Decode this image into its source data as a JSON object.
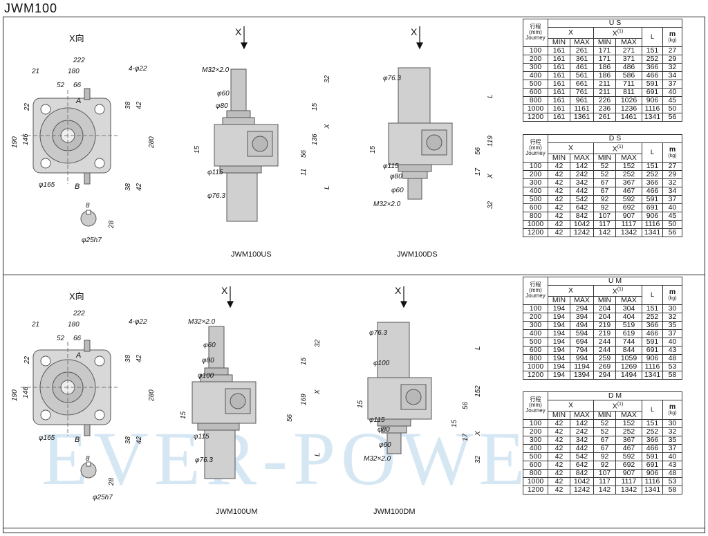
{
  "page_title": "JWM100",
  "watermark": "EVER-POWER",
  "sections": [
    {
      "view_label": "X向",
      "arrow_x": "X",
      "front": {
        "d222": "222",
        "d21": "21",
        "d180": "180",
        "d52": "52",
        "d66": "66",
        "d4phi22": "4-φ22",
        "d22": "22",
        "d190": "190",
        "d146": "146",
        "d280": "280",
        "d38a": "38",
        "d42a": "42",
        "d38b": "38",
        "d42b": "42",
        "phi165": "φ165",
        "A": "A",
        "B": "B",
        "d8": "8",
        "d28": "28",
        "phi25": "φ25h7"
      },
      "model_a": {
        "name": "JWM100US",
        "arrow": "X",
        "m32": "M32×2.0",
        "phi60": "φ60",
        "phi80": "φ80",
        "phi115": "φ115",
        "phi76": "φ76.3",
        "d32": "32",
        "d15": "15",
        "dX": "X",
        "d136": "136",
        "d56": "56",
        "d11": "11",
        "dL": "L",
        "d15b": "15"
      },
      "model_b": {
        "name": "JWM100DS",
        "arrow": "X",
        "phi76": "φ76.3",
        "phi115": "φ115",
        "phi80": "φ80",
        "phi60": "φ60",
        "m32": "M32×2.0",
        "dL": "L",
        "d119": "119",
        "d56": "56",
        "d17": "17",
        "dX": "X",
        "d32": "32",
        "d15": "15"
      }
    },
    {
      "view_label": "X向",
      "arrow_x": "X",
      "front": {
        "d222": "222",
        "d21": "21",
        "d180": "180",
        "d52": "52",
        "d66": "66",
        "d4phi22": "4-φ22",
        "d22": "22",
        "d190": "190",
        "d146": "146",
        "d280": "280",
        "d38a": "38",
        "d42a": "42",
        "d38b": "38",
        "d42b": "42",
        "phi165": "φ165",
        "A": "A",
        "B": "B",
        "d8": "8",
        "d28": "28",
        "phi25": "φ25h7"
      },
      "model_a": {
        "name": "JWM100UM",
        "arrow": "X",
        "m32": "M32×2.0",
        "phi60": "φ60",
        "phi80": "φ80",
        "phi100": "φ100",
        "phi115": "φ115",
        "phi76": "φ76.3",
        "d32": "32",
        "d15": "15",
        "dX": "X",
        "d169": "169",
        "d56": "56",
        "dL": "L",
        "d15b": "15"
      },
      "model_b": {
        "name": "JWM100DM",
        "arrow": "X",
        "phi76": "φ76.3",
        "phi100": "φ100",
        "phi115": "φ115",
        "phi80": "φ80",
        "phi60": "φ60",
        "m32": "M32×2.0",
        "dL": "L",
        "d152": "152",
        "d56": "56",
        "d15": "15",
        "d17": "17",
        "dX": "X",
        "d32": "32",
        "d15b": "15"
      }
    }
  ],
  "tables": [
    {
      "series": "U S",
      "h_stroke": "行程",
      "h_unit": "(mm)",
      "h_journey": "Journey",
      "h_x": "X",
      "h_x1": "X",
      "h_x1_sup": "(1)",
      "h_l": "L",
      "h_m": "m",
      "h_kg": "(kg)",
      "h_min": "MIN",
      "h_max": "MAX",
      "h_min2": "MIN",
      "h_max2": "MAX",
      "rows": [
        [
          "100",
          "161",
          "261",
          "171",
          "271",
          "151",
          "27"
        ],
        [
          "200",
          "161",
          "361",
          "171",
          "371",
          "252",
          "29"
        ],
        [
          "300",
          "161",
          "461",
          "186",
          "486",
          "366",
          "32"
        ],
        [
          "400",
          "161",
          "561",
          "186",
          "586",
          "466",
          "34"
        ],
        [
          "500",
          "161",
          "661",
          "211",
          "711",
          "591",
          "37"
        ],
        [
          "600",
          "161",
          "761",
          "211",
          "811",
          "691",
          "40"
        ],
        [
          "800",
          "161",
          "961",
          "226",
          "1026",
          "906",
          "45"
        ],
        [
          "1000",
          "161",
          "1161",
          "236",
          "1236",
          "1116",
          "50"
        ],
        [
          "1200",
          "161",
          "1361",
          "261",
          "1461",
          "1341",
          "56"
        ]
      ]
    },
    {
      "series": "D S",
      "h_stroke": "行程",
      "h_unit": "(mm)",
      "h_journey": "Journey",
      "h_x": "X",
      "h_x1": "X",
      "h_x1_sup": "(1)",
      "h_l": "L",
      "h_m": "m",
      "h_kg": "(kg)",
      "h_min": "MIN",
      "h_max": "MAX",
      "h_min2": "MIN",
      "h_max2": "MAX",
      "rows": [
        [
          "100",
          "42",
          "142",
          "52",
          "152",
          "151",
          "27"
        ],
        [
          "200",
          "42",
          "242",
          "52",
          "252",
          "252",
          "29"
        ],
        [
          "300",
          "42",
          "342",
          "67",
          "367",
          "366",
          "32"
        ],
        [
          "400",
          "42",
          "442",
          "67",
          "467",
          "466",
          "34"
        ],
        [
          "500",
          "42",
          "542",
          "92",
          "592",
          "591",
          "37"
        ],
        [
          "600",
          "42",
          "642",
          "92",
          "692",
          "691",
          "40"
        ],
        [
          "800",
          "42",
          "842",
          "107",
          "907",
          "906",
          "45"
        ],
        [
          "1000",
          "42",
          "1042",
          "117",
          "1117",
          "1116",
          "50"
        ],
        [
          "1200",
          "42",
          "1242",
          "142",
          "1342",
          "1341",
          "56"
        ]
      ]
    },
    {
      "series": "U M",
      "h_stroke": "行程",
      "h_unit": "(mm)",
      "h_journey": "Journey",
      "h_x": "X",
      "h_x1": "X",
      "h_x1_sup": "(1)",
      "h_l": "L",
      "h_m": "m",
      "h_kg": "(kg)",
      "h_min": "MIN",
      "h_max": "MAX",
      "h_min2": "MIN",
      "h_max2": "MAX",
      "rows": [
        [
          "100",
          "194",
          "294",
          "204",
          "304",
          "151",
          "30"
        ],
        [
          "200",
          "194",
          "394",
          "204",
          "404",
          "252",
          "32"
        ],
        [
          "300",
          "194",
          "494",
          "219",
          "519",
          "366",
          "35"
        ],
        [
          "400",
          "194",
          "594",
          "219",
          "619",
          "466",
          "37"
        ],
        [
          "500",
          "194",
          "694",
          "244",
          "744",
          "591",
          "40"
        ],
        [
          "600",
          "194",
          "794",
          "244",
          "844",
          "691",
          "43"
        ],
        [
          "800",
          "194",
          "994",
          "259",
          "1059",
          "906",
          "48"
        ],
        [
          "1000",
          "194",
          "1194",
          "269",
          "1269",
          "1116",
          "53"
        ],
        [
          "1200",
          "194",
          "1394",
          "294",
          "1494",
          "1341",
          "58"
        ]
      ]
    },
    {
      "series": "D M",
      "h_stroke": "行程",
      "h_unit": "(mm)",
      "h_journey": "Journey",
      "h_x": "X",
      "h_x1": "X",
      "h_x1_sup": "(1)",
      "h_l": "L",
      "h_m": "m",
      "h_kg": "(kg)",
      "h_min": "MIN",
      "h_max": "MAX",
      "h_min2": "MIN",
      "h_max2": "MAX",
      "rows": [
        [
          "100",
          "42",
          "142",
          "52",
          "152",
          "151",
          "30"
        ],
        [
          "200",
          "42",
          "242",
          "52",
          "252",
          "252",
          "32"
        ],
        [
          "300",
          "42",
          "342",
          "67",
          "367",
          "366",
          "35"
        ],
        [
          "400",
          "42",
          "442",
          "67",
          "467",
          "466",
          "37"
        ],
        [
          "500",
          "42",
          "542",
          "92",
          "592",
          "591",
          "40"
        ],
        [
          "600",
          "42",
          "642",
          "92",
          "692",
          "691",
          "43"
        ],
        [
          "800",
          "42",
          "842",
          "107",
          "907",
          "906",
          "48"
        ],
        [
          "1000",
          "42",
          "1042",
          "117",
          "1117",
          "1116",
          "53"
        ],
        [
          "1200",
          "42",
          "1242",
          "142",
          "1342",
          "1341",
          "58"
        ]
      ]
    }
  ]
}
